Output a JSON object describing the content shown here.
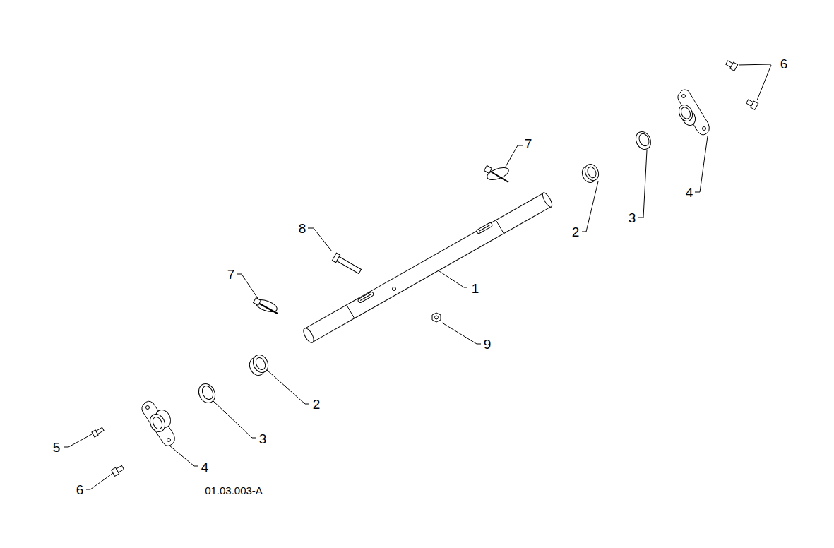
{
  "diagram": {
    "labels": [
      "6",
      "7",
      "4",
      "3",
      "2",
      "8",
      "7",
      "1",
      "9",
      "2",
      "3",
      "5",
      "4",
      "6",
      "01.03.003-A"
    ]
  }
}
